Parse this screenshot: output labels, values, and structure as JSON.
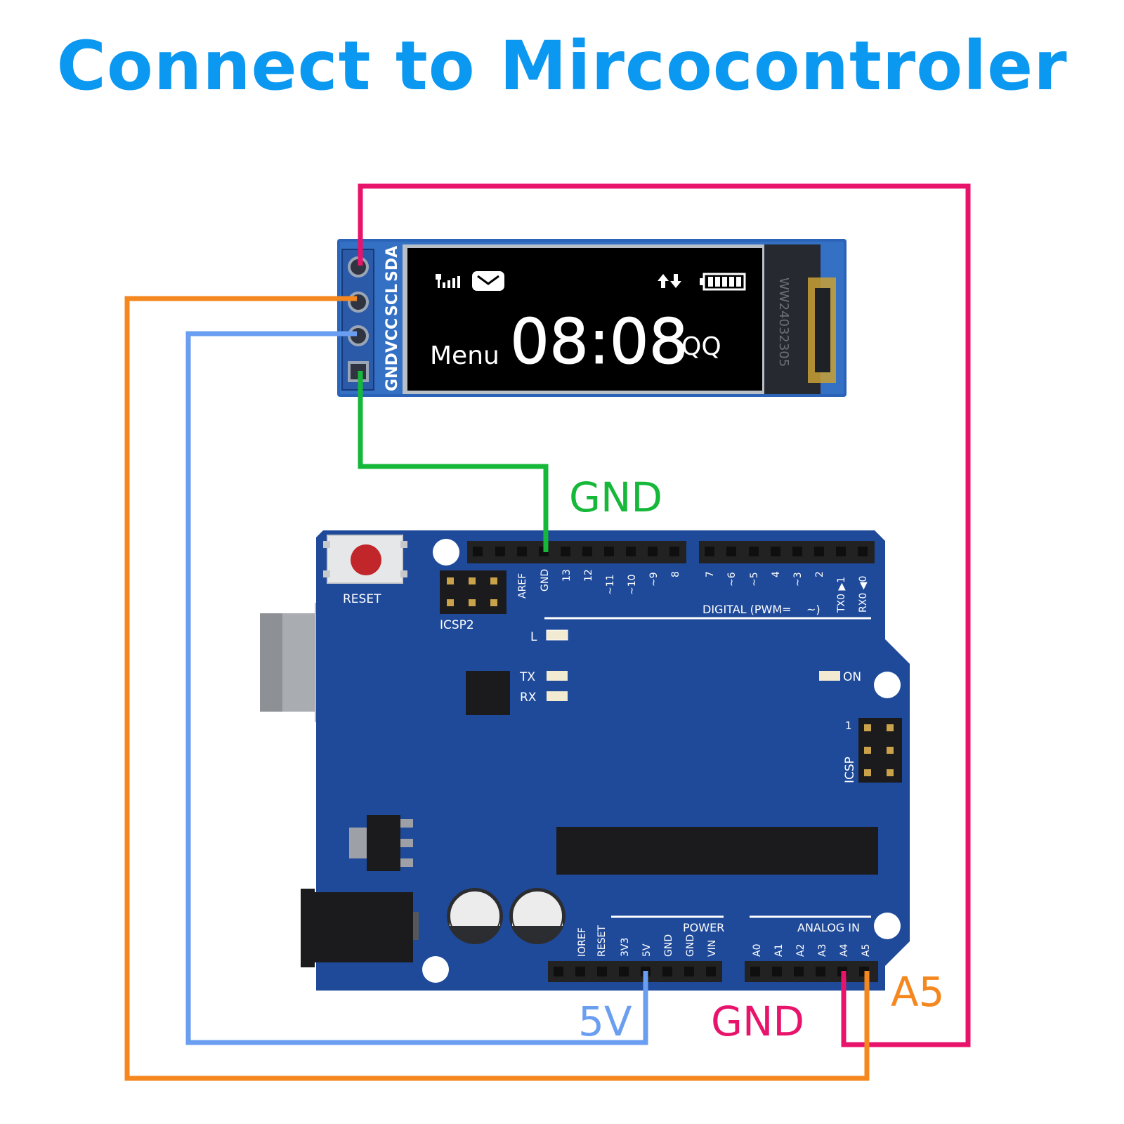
{
  "title": "Connect to Mircocontroler",
  "colors": {
    "title": "#0b98f0",
    "sda_wire": "#e8146c",
    "scl_wire": "#f5871f",
    "vcc_wire": "#6a9ef0",
    "gnd_wire": "#16b83a",
    "board_blue": "#1f4a9a",
    "header_black": "#222222"
  },
  "oled_module": {
    "pin_labels": [
      "GND",
      "VCC",
      "SCL",
      "SDA"
    ],
    "status_icons": [
      "signal-icon",
      "message-icon",
      "transfer-arrows-icon",
      "battery-icon"
    ],
    "menu_text": "Menu",
    "clock_text": "08:08",
    "app_text": "QQ",
    "ribbon_text": "WW24032305"
  },
  "arduino": {
    "reset_label": "RESET",
    "icsp2_label": "ICSP2",
    "icsp_label": "ICSP",
    "icsp_pin1": "1",
    "led_l": "L",
    "led_tx": "TX",
    "led_rx": "RX",
    "led_on": "ON",
    "digital_label": "DIGITAL (PWM=",
    "digital_tilde": "~)",
    "digital_pins": [
      "AREF",
      "GND",
      "13",
      "12",
      "~11",
      "~10",
      "~9",
      "8",
      "7",
      "~6",
      "~5",
      "4",
      "~3",
      "2",
      "TX0 ▶1",
      "RX0 ◀0"
    ],
    "power_label": "POWER",
    "power_pins": [
      "IOREF",
      "RESET",
      "3V3",
      "5V",
      "GND",
      "GND",
      "VIN"
    ],
    "analog_label": "ANALOG IN",
    "analog_pins": [
      "A0",
      "A1",
      "A2",
      "A3",
      "A4",
      "A5"
    ]
  },
  "wire_labels": {
    "gnd_top": "GND",
    "v5": "5V",
    "gnd_bottom": "GND",
    "a5": "A5"
  }
}
